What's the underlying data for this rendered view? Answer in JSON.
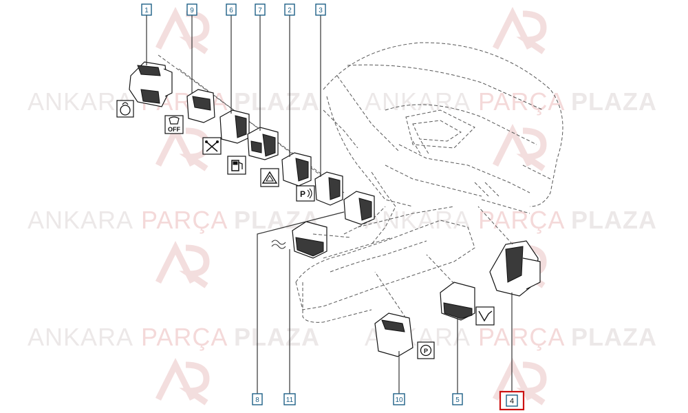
{
  "watermark": {
    "text_left": "ANKARA",
    "text_mid": "PARÇA",
    "text_right": "PLAZA",
    "color_light": "#ece8e8",
    "color_accent": "#f4d9d9"
  },
  "callouts": [
    {
      "id": "c1",
      "label": "1",
      "highlight": false
    },
    {
      "id": "c9",
      "label": "9",
      "highlight": false
    },
    {
      "id": "c6",
      "label": "6",
      "highlight": false
    },
    {
      "id": "c7",
      "label": "7",
      "highlight": false
    },
    {
      "id": "c2",
      "label": "2",
      "highlight": false
    },
    {
      "id": "c3",
      "label": "3",
      "highlight": false
    },
    {
      "id": "c8",
      "label": "8",
      "highlight": false
    },
    {
      "id": "c11",
      "label": "11",
      "highlight": false
    },
    {
      "id": "c10",
      "label": "10",
      "highlight": false
    },
    {
      "id": "c5",
      "label": "5",
      "highlight": false
    },
    {
      "id": "c4",
      "label": "4",
      "highlight": true
    }
  ],
  "symbols": {
    "esp_off": "OFF",
    "parking": "P",
    "parking_brake": "P"
  },
  "colors": {
    "callout_border": "#1c5f86",
    "highlight_border": "#cc1111"
  }
}
